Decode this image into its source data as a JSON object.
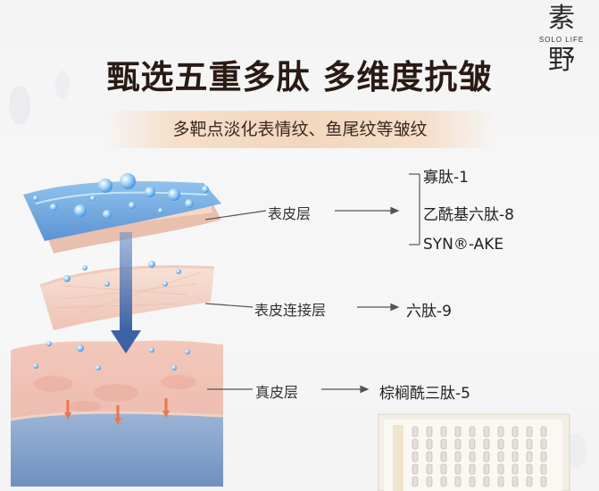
{
  "brand": {
    "char1": "素",
    "char2": "野",
    "en": "SOLO LIFE"
  },
  "title": "甄选五重多肽 多维度抗皱",
  "subtitle": "多靶点淡化表情纹、鱼尾纹等皱纹",
  "layers": [
    {
      "name": "表皮层",
      "peptides": [
        "寡肽-1",
        "乙酰基六肽-8",
        "SYN®-AKE"
      ]
    },
    {
      "name": "表皮连接层",
      "peptides": [
        "六肽-9"
      ]
    },
    {
      "name": "真皮层",
      "peptides": [
        "棕榈酰三肽-5"
      ]
    }
  ],
  "colors": {
    "title": "#2a1a14",
    "band": "#f3d6bd",
    "arrow": "#4c6fb0",
    "line": "#555555"
  }
}
